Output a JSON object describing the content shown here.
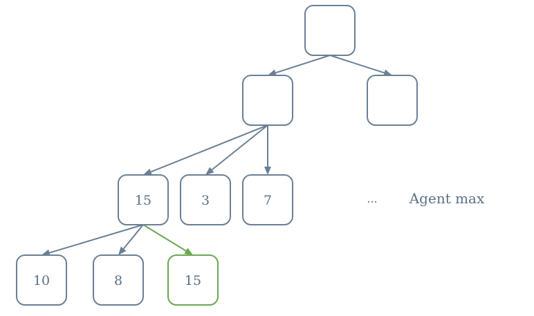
{
  "tree": {
    "nodes": [
      {
        "id": "root",
        "value": ""
      },
      {
        "id": "n1",
        "value": ""
      },
      {
        "id": "n2",
        "value": ""
      },
      {
        "id": "a",
        "value": "15"
      },
      {
        "id": "b",
        "value": "3"
      },
      {
        "id": "c",
        "value": "7"
      },
      {
        "id": "d",
        "value": "10"
      },
      {
        "id": "e",
        "value": "8"
      },
      {
        "id": "f",
        "value": "15",
        "highlight": true
      }
    ],
    "edges": [
      {
        "from": "root",
        "to": "n1"
      },
      {
        "from": "root",
        "to": "n2"
      },
      {
        "from": "n1",
        "to": "a"
      },
      {
        "from": "n1",
        "to": "b"
      },
      {
        "from": "n1",
        "to": "c"
      },
      {
        "from": "a",
        "to": "d"
      },
      {
        "from": "a",
        "to": "e"
      },
      {
        "from": "a",
        "to": "f",
        "highlight": true
      }
    ],
    "ellipsis": "...",
    "level_label": "Agent max"
  },
  "colors": {
    "node_stroke": "#6a7f94",
    "highlight": "#6aa84f",
    "text": "#5a6f84"
  }
}
